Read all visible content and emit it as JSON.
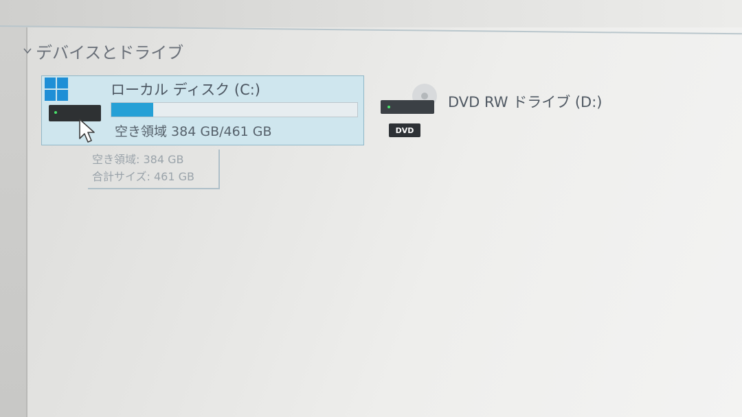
{
  "section": {
    "title": "デバイスとドライブ"
  },
  "drive_c": {
    "name": "ローカル ディスク (C:)",
    "free_text": "空き領域 384 GB/461 GB",
    "used_fraction": 0.17,
    "bar_color": "#25a0d6",
    "icons": [
      "windows-logo-icon",
      "hard-drive-icon"
    ]
  },
  "tooltip": {
    "free_line": "空き領域: 384 GB",
    "total_line": "合計サイズ: 461 GB"
  },
  "drive_d": {
    "name": "DVD RW ドライブ (D:)",
    "badge": "DVD",
    "icons": [
      "dvd-drive-icon"
    ]
  }
}
